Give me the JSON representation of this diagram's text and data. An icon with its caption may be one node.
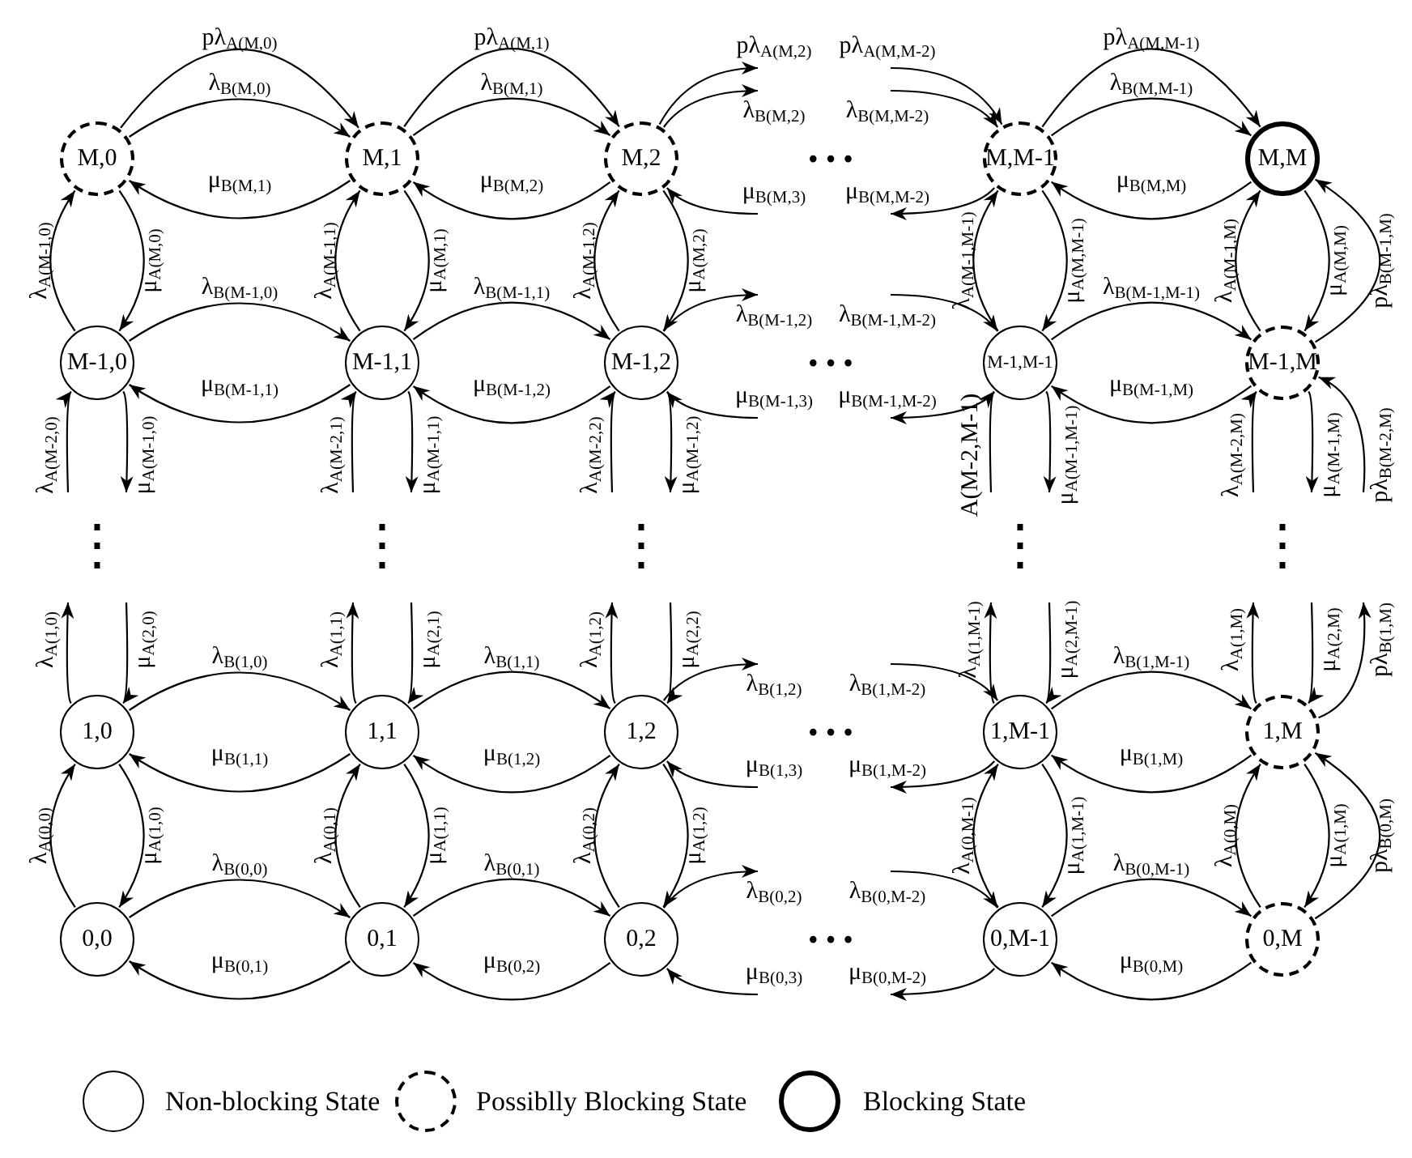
{
  "diagram": {
    "nodes": [
      {
        "text": [
          "M,0"
        ]
      },
      {
        "text": [
          "M,1"
        ]
      },
      {
        "text": [
          "M,2"
        ]
      },
      {
        "text": [
          "M,M-1"
        ]
      },
      {
        "text": [
          "M,M"
        ]
      },
      {
        "text": [
          "M-1,0"
        ]
      },
      {
        "text": [
          "M-1,1"
        ]
      },
      {
        "text": [
          "M-1,2"
        ]
      },
      {
        "text": [
          "M-1,M-1"
        ]
      },
      {
        "text": [
          "M-1,M"
        ]
      },
      {
        "text": [
          "1,0"
        ]
      },
      {
        "text": [
          "1,1"
        ]
      },
      {
        "text": [
          "1,2"
        ]
      },
      {
        "text": [
          "1,M-1"
        ]
      },
      {
        "text": [
          "1,M"
        ]
      },
      {
        "text": [
          "0,0"
        ]
      },
      {
        "text": [
          "0,1"
        ]
      },
      {
        "text": [
          "0,2"
        ]
      },
      {
        "text": [
          "0,M-1"
        ]
      },
      {
        "text": [
          "0,M"
        ]
      }
    ],
    "edges": [
      {
        "from": 0,
        "to": 1,
        "arrow": "to",
        "label": "pλ$_{A(M,0)}$"
      },
      {
        "from": 0,
        "to": 1,
        "arrow": "to",
        "label": "λ$_{B(M,0)}$"
      },
      {
        "from": 1,
        "to": 0,
        "arrow": "to",
        "label": "μ$_{B(M,1)}$"
      },
      {
        "from": 1,
        "to": 2,
        "arrow": "to",
        "label": "pλ$_{A(M,1)}$"
      },
      {
        "from": 1,
        "to": 2,
        "arrow": "to",
        "label": "λ$_{B(M,1)}$"
      },
      {
        "from": 2,
        "to": 1,
        "arrow": "to",
        "label": "μ$_{B(M,2)}$"
      },
      {
        "from": 2,
        "to": null,
        "arrow": "to",
        "label": "pλ$_{A(M,2)}$"
      },
      {
        "from": 2,
        "to": null,
        "arrow": "to",
        "label": "λ$_{B(M,2)}$"
      },
      {
        "from": null,
        "to": 2,
        "arrow": "to",
        "label": "μ$_{B(M,3)}$"
      },
      {
        "from": null,
        "to": 3,
        "arrow": "to",
        "label": "pλ$_{A(M,M-2)}$"
      },
      {
        "from": null,
        "to": 3,
        "arrow": "to",
        "label": "λ$_{B(M,M-2)}$"
      },
      {
        "from": 3,
        "to": null,
        "arrow": "to",
        "label": "μ$_{B(M,M-2)}$"
      },
      {
        "from": 3,
        "to": 4,
        "arrow": "to",
        "label": "pλ$_{A(M,M-1)}$"
      },
      {
        "from": 3,
        "to": 4,
        "arrow": "to",
        "label": "λ$_{B(M,M-1)}$"
      },
      {
        "from": 4,
        "to": 3,
        "arrow": "to",
        "label": "μ$_{B(M,M)}$"
      },
      {
        "from": 5,
        "to": 0,
        "arrow": "to",
        "label": "λ$_{A(M-1,0)}$"
      },
      {
        "from": 0,
        "to": 5,
        "arrow": "to",
        "label": "μ$_{A(M,0)}$"
      },
      {
        "from": 6,
        "to": 1,
        "arrow": "to",
        "label": "λ$_{A(M-1,1)}$"
      },
      {
        "from": 1,
        "to": 6,
        "arrow": "to",
        "label": "μ$_{A(M,1)}$"
      },
      {
        "from": 7,
        "to": 2,
        "arrow": "to",
        "label": "λ$_{A(M-1,2)}$"
      },
      {
        "from": 2,
        "to": 7,
        "arrow": "to",
        "label": "μ$_{A(M,2)}$"
      },
      {
        "from": 8,
        "to": 3,
        "arrow": "to",
        "label": "λ$_{A(M-1,M-1)}$"
      },
      {
        "from": 3,
        "to": 8,
        "arrow": "to",
        "label": "μ$_{A(M,M-1)}$"
      },
      {
        "from": 9,
        "to": 4,
        "arrow": "to",
        "label": "λ$_{A(M-1,M)}$"
      },
      {
        "from": 4,
        "to": 9,
        "arrow": "to",
        "label": "μ$_{A(M,M)}$"
      },
      {
        "from": 9,
        "to": 4,
        "arrow": "to",
        "label": "pλ$_{B(M-1,M)}$"
      },
      {
        "from": 5,
        "to": 6,
        "arrow": "to",
        "label": "λ$_{B(M-1,0)}$"
      },
      {
        "from": 6,
        "to": 5,
        "arrow": "to",
        "label": "μ$_{B(M-1,1)}$"
      },
      {
        "from": 6,
        "to": 7,
        "arrow": "to",
        "label": "λ$_{B(M-1,1)}$"
      },
      {
        "from": 7,
        "to": 6,
        "arrow": "to",
        "label": "μ$_{B(M-1,2)}$"
      },
      {
        "from": 7,
        "to": null,
        "arrow": "to",
        "label": "λ$_{B(M-1,2)}$"
      },
      {
        "from": null,
        "to": 7,
        "arrow": "to",
        "label": "μ$_{B(M-1,3)}$"
      },
      {
        "from": null,
        "to": 8,
        "arrow": "to",
        "label": "λ$_{B(M-1,M-2)}$"
      },
      {
        "from": 8,
        "to": null,
        "arrow": "to",
        "label": "μ$_{B(M-1,M-2)}$"
      },
      {
        "from": 8,
        "to": 9,
        "arrow": "to",
        "label": "λ$_{B(M-1,M-1)}$"
      },
      {
        "from": 9,
        "to": 8,
        "arrow": "to",
        "label": "μ$_{B(M-1,M)}$"
      },
      {
        "from": null,
        "to": 5,
        "arrow": "to",
        "label": "λ$_{A(M-2,0)}$"
      },
      {
        "from": 5,
        "to": null,
        "arrow": "to",
        "label": "μ$_{A(M-1,0)}$"
      },
      {
        "from": null,
        "to": 6,
        "arrow": "to",
        "label": "λ$_{A(M-2,1)}$"
      },
      {
        "from": 6,
        "to": null,
        "arrow": "to",
        "label": "μ$_{A(M-1,1)}$"
      },
      {
        "from": null,
        "to": 7,
        "arrow": "to",
        "label": "λ$_{A(M-2,2)}$"
      },
      {
        "from": 7,
        "to": null,
        "arrow": "to",
        "label": "μ$_{A(M-1,2)}$"
      },
      {
        "from": null,
        "to": 8,
        "arrow": "to",
        "label": "A(M-2,M-1)"
      },
      {
        "from": 8,
        "to": null,
        "arrow": "to",
        "label": "μ$_{A(M-1,M-1)}$"
      },
      {
        "from": null,
        "to": 9,
        "arrow": "to",
        "label": "λ$_{A(M-2,M)}$"
      },
      {
        "from": 9,
        "to": null,
        "arrow": "to",
        "label": "μ$_{A(M-1,M)}$"
      },
      {
        "from": null,
        "to": 9,
        "arrow": "to",
        "label": "pλ$_{B(M-2,M)}$"
      },
      {
        "from": 10,
        "to": null,
        "arrow": "to",
        "label": "λ$_{A(1,0)}$"
      },
      {
        "from": null,
        "to": 10,
        "arrow": "to",
        "label": "μ$_{A(2,0)}$"
      },
      {
        "from": 11,
        "to": null,
        "arrow": "to",
        "label": "λ$_{A(1,1)}$"
      },
      {
        "from": null,
        "to": 11,
        "arrow": "to",
        "label": "μ$_{A(2,1)}$"
      },
      {
        "from": 12,
        "to": null,
        "arrow": "to",
        "label": "λ$_{A(1,2)}$"
      },
      {
        "from": null,
        "to": 12,
        "arrow": "to",
        "label": "μ$_{A(2,2)}$"
      },
      {
        "from": 13,
        "to": null,
        "arrow": "to",
        "label": "λ$_{A(1,M-1)}$"
      },
      {
        "from": null,
        "to": 13,
        "arrow": "to",
        "label": "μ$_{A(2,M-1)}$"
      },
      {
        "from": 14,
        "to": null,
        "arrow": "to",
        "label": "λ$_{A(1,M)}$"
      },
      {
        "from": null,
        "to": 14,
        "arrow": "to",
        "label": "μ$_{A(2,M)}$"
      },
      {
        "from": 14,
        "to": null,
        "arrow": "to",
        "label": "pλ$_{B(1,M)}$"
      },
      {
        "from": 10,
        "to": 11,
        "arrow": "to",
        "label": "λ$_{B(1,0)}$"
      },
      {
        "from": 11,
        "to": 10,
        "arrow": "to",
        "label": "μ$_{B(1,1)}$"
      },
      {
        "from": 11,
        "to": 12,
        "arrow": "to",
        "label": "λ$_{B(1,1)}$"
      },
      {
        "from": 12,
        "to": 11,
        "arrow": "to",
        "label": "μ$_{B(1,2)}$"
      },
      {
        "from": 12,
        "to": null,
        "arrow": "to",
        "label": "λ$_{B(1,2)}$"
      },
      {
        "from": null,
        "to": 12,
        "arrow": "to",
        "label": "μ$_{B(1,3)}$"
      },
      {
        "from": null,
        "to": 13,
        "arrow": "to",
        "label": "λ$_{B(1,M-2)}$"
      },
      {
        "from": 13,
        "to": null,
        "arrow": "to",
        "label": "μ$_{B(1,M-2)}$"
      },
      {
        "from": 13,
        "to": 14,
        "arrow": "to",
        "label": "λ$_{B(1,M-1)}$"
      },
      {
        "from": 14,
        "to": 13,
        "arrow": "to",
        "label": "μ$_{B(1,M)}$"
      },
      {
        "from": 15,
        "to": 10,
        "arrow": "to",
        "label": "λ$_{A(0,0)}$"
      },
      {
        "from": 10,
        "to": 15,
        "arrow": "to",
        "label": "μ$_{A(1,0)}$"
      },
      {
        "from": 16,
        "to": 11,
        "arrow": "to",
        "label": "λ$_{A(0,1)}$"
      },
      {
        "from": 11,
        "to": 16,
        "arrow": "to",
        "label": "μ$_{A(1,1)}$"
      },
      {
        "from": 17,
        "to": 12,
        "arrow": "to",
        "label": "λ$_{A(0,2)}$"
      },
      {
        "from": 12,
        "to": 17,
        "arrow": "to",
        "label": "μ$_{A(1,2)}$"
      },
      {
        "from": 18,
        "to": 13,
        "arrow": "to",
        "label": "λ$_{A(0,M-1)}$"
      },
      {
        "from": 13,
        "to": 18,
        "arrow": "to",
        "label": "μ$_{A(1,M-1)}$"
      },
      {
        "from": 19,
        "to": 14,
        "arrow": "to",
        "label": "λ$_{A(0,M)}$"
      },
      {
        "from": 14,
        "to": 19,
        "arrow": "to",
        "label": "μ$_{A(1,M)}$"
      },
      {
        "from": 19,
        "to": 14,
        "arrow": "to",
        "label": "pλ$_{B(0,M)}$"
      },
      {
        "from": 15,
        "to": 16,
        "arrow": "to",
        "label": "λ$_{B(0,0)}$"
      },
      {
        "from": 16,
        "to": 15,
        "arrow": "to",
        "label": "μ$_{B(0,1)}$"
      },
      {
        "from": 16,
        "to": 17,
        "arrow": "to",
        "label": "λ$_{B(0,1)}$"
      },
      {
        "from": 17,
        "to": 16,
        "arrow": "to",
        "label": "μ$_{B(0,2)}$"
      },
      {
        "from": 17,
        "to": null,
        "arrow": "to",
        "label": "λ$_{B(0,2)}$"
      },
      {
        "from": null,
        "to": 17,
        "arrow": "to",
        "label": "μ$_{B(0,3)}$"
      },
      {
        "from": null,
        "to": 18,
        "arrow": "to",
        "label": "λ$_{B(0,M-2)}$"
      },
      {
        "from": 18,
        "to": null,
        "arrow": "to",
        "label": "μ$_{B(0,M-2)}$"
      },
      {
        "from": 18,
        "to": 19,
        "arrow": "to",
        "label": "λ$_{B(0,M-1)}$"
      },
      {
        "from": 19,
        "to": 18,
        "arrow": "to",
        "label": "μ$_{B(0,M)}$"
      }
    ],
    "labels": [
      "• • •",
      "• • •",
      "⋮",
      "⋮",
      "⋮",
      "⋮",
      "⋮",
      "• • •",
      "• • •"
    ],
    "legend": [
      {
        "text": "Non-blocking State"
      },
      {
        "text": "Possiblly Blocking State"
      },
      {
        "text": "Blocking State"
      }
    ]
  }
}
